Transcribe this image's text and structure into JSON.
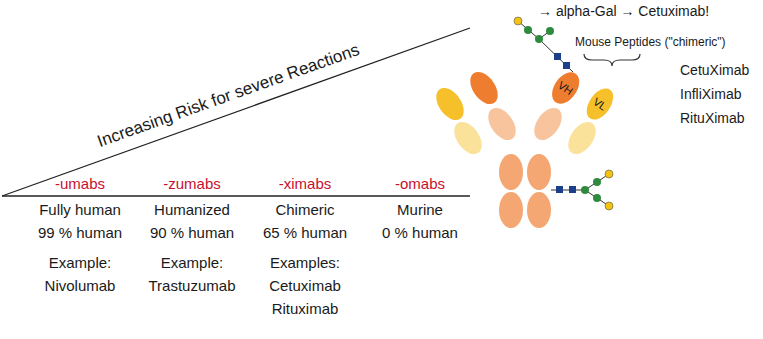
{
  "diagram": {
    "nodes": [
      {
        "text": [
          "VH"
        ]
      },
      {
        "text": [
          "VL"
        ]
      }
    ],
    "labels": [
      "Increasing Risk for severe Reactions",
      "-umabs",
      "-zumabs",
      "-ximabs",
      "-omabs",
      "Fully human",
      "Humanized",
      "Chimeric",
      "Murine",
      "99 % human",
      "90 % human",
      "65 % human",
      "0 % human",
      "Example:",
      "Example:",
      "Examples:",
      "Nivolumab",
      "Trastuzumab",
      "Cetuximab",
      "Rituximab",
      "→ alpha-Gal → Cetuximab!",
      "Mouse Peptides (\"chimeric\")",
      "CetuXimab",
      "InfliXimab",
      "RituXimab"
    ]
  }
}
